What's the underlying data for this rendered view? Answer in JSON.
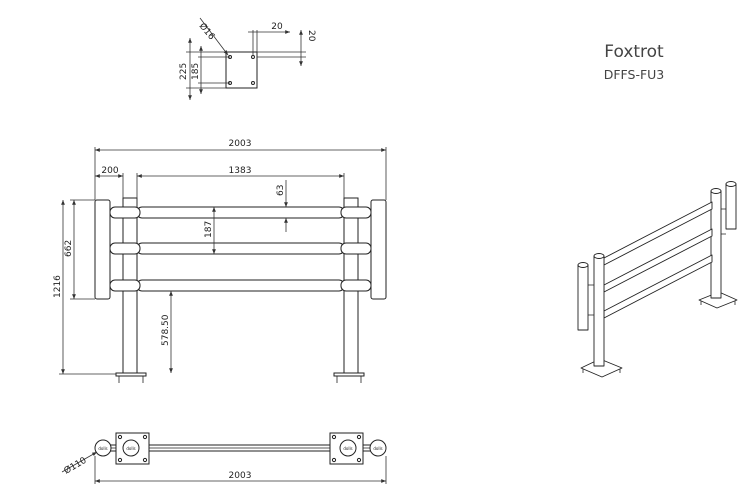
{
  "product": {
    "name": "Foxtrot",
    "code": "DFFS-FU3"
  },
  "detail_dims": {
    "diameter": "Ø16",
    "width_a": "20",
    "width_b": "20",
    "height_outer": "225",
    "height_inner": "185"
  },
  "front_dims": {
    "overall_width": "2003",
    "end_width": "200",
    "rail_length": "1383",
    "rail_gap": "63",
    "rail_spacing": "187",
    "post_height": "662",
    "overall_height": "1216",
    "lower_height": "578.50"
  },
  "plan_dims": {
    "post_diameter": "Ø110",
    "overall_width": "2003"
  },
  "plan_labels": {
    "badge": "dolls"
  }
}
